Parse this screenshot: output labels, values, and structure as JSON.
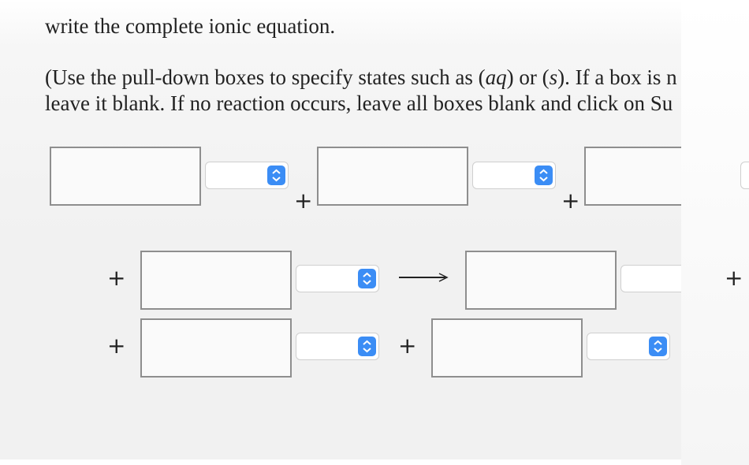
{
  "instructions": {
    "line1": "write the complete ionic equation.",
    "line2_a": "(Use the pull-down boxes to specify states such as (",
    "line2_aq": "aq",
    "line2_b": ") or (",
    "line2_s": "s",
    "line2_c": "). If a box is n",
    "line3": "leave it blank. If no reaction occurs, leave all boxes blank and click on Su"
  },
  "symbols": {
    "plus": "+",
    "arrow": "yields-arrow"
  },
  "state_options": {
    "selected": "",
    "icon": "up-down-chevron-icon"
  },
  "colors": {
    "select_button": "#3b8df5",
    "box_border": "#8e8e8e"
  }
}
